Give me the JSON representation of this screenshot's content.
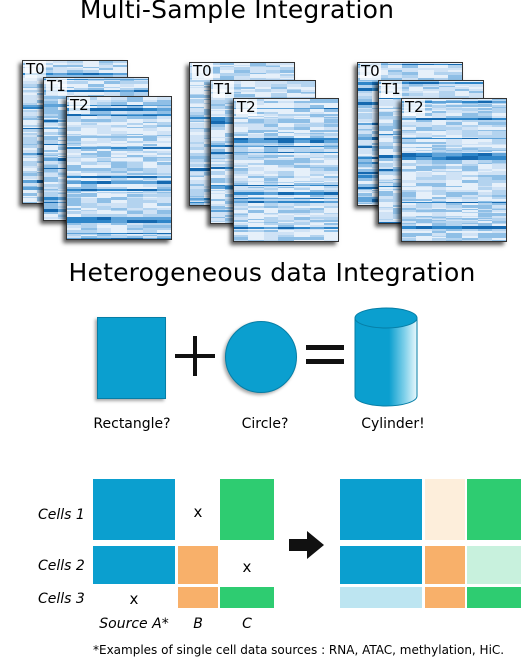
{
  "titles": {
    "multi_sample": "Multi-Sample Integration",
    "heterogeneous": "Heterogeneous data Integration"
  },
  "stacks": [
    {
      "labels": [
        "T0",
        "T1",
        "T2"
      ]
    },
    {
      "labels": [
        "T0",
        "T1",
        "T2"
      ]
    },
    {
      "labels": [
        "T0",
        "T1",
        "T2"
      ]
    }
  ],
  "shapes": {
    "rectangle": "Rectangle?",
    "circle": "Circle?",
    "cylinder": "Cylinder!"
  },
  "colors": {
    "blue": "#0b9fcf",
    "green": "#2ecc71",
    "orange": "#f8b06a",
    "light_orange": "#fdeedb",
    "light_green": "#c8f1dd",
    "light_blue": "#bde5f1",
    "arrow": "#111111"
  },
  "matrix": {
    "row_labels": [
      "Cells 1",
      "Cells 2",
      "Cells 3"
    ],
    "col_labels": [
      "Source A*",
      "B",
      "C"
    ],
    "missing_mark": "x"
  },
  "footnote": "*Examples of single cell data sources : RNA, ATAC, methylation, HiC."
}
